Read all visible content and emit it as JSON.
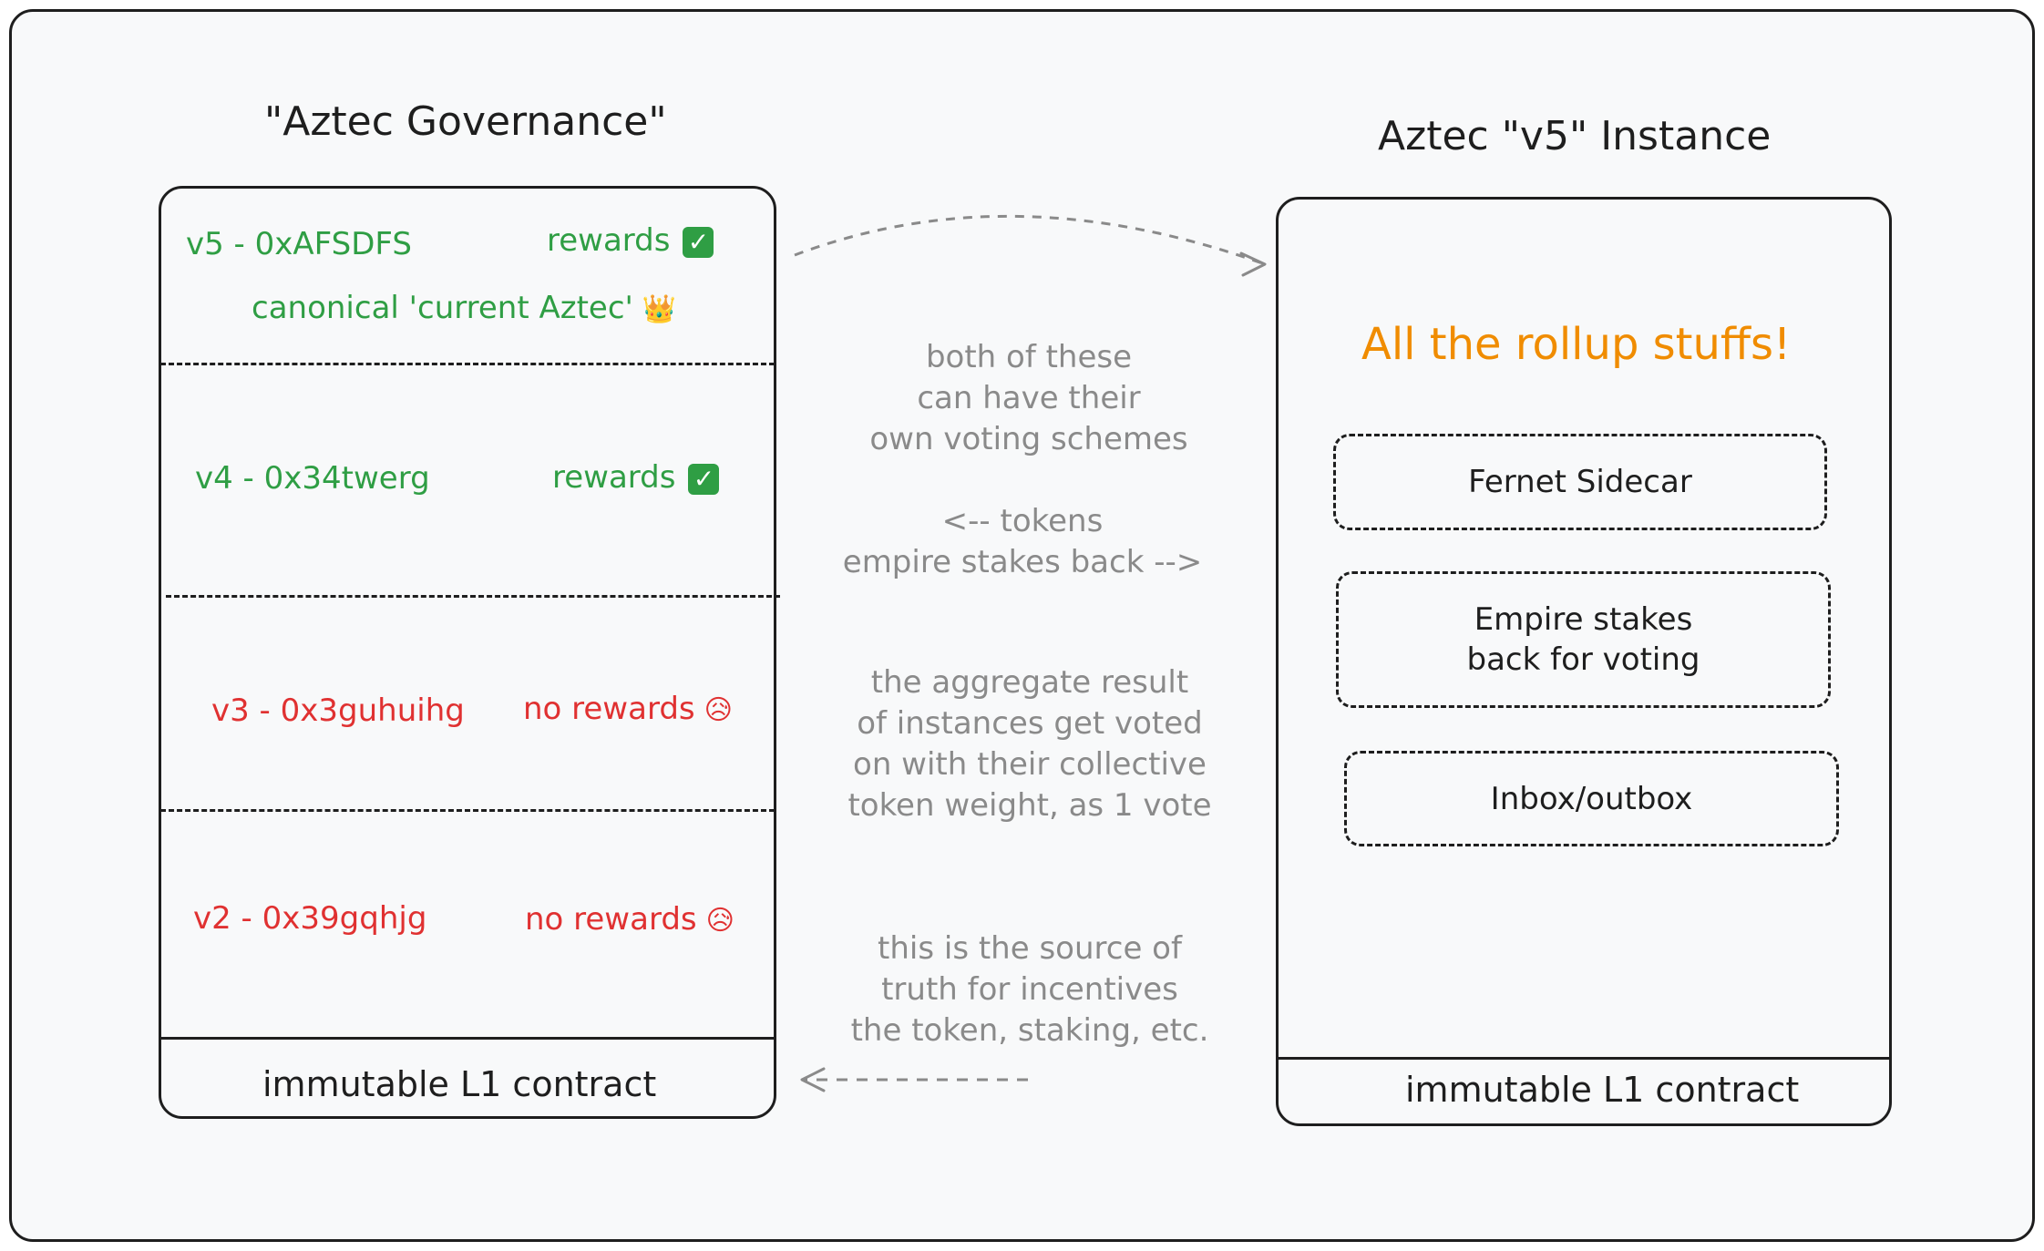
{
  "governance": {
    "title": "\"Aztec Governance\"",
    "rows": [
      {
        "id": "v5 - 0xAFSDFS",
        "status": "rewards",
        "icon": "check-icon",
        "note": "canonical 'current Aztec'",
        "note_icon": "crown-icon"
      },
      {
        "id": "v4 - 0x34twerg",
        "status": "rewards",
        "icon": "check-icon"
      },
      {
        "id": "v3 - 0x3guhuihg",
        "status": "no rewards",
        "icon": "sad-face-icon"
      },
      {
        "id": "v2 - 0x39gqhjg",
        "status": "no rewards",
        "icon": "sad-face-icon"
      }
    ],
    "footer": "immutable L1 contract"
  },
  "instance": {
    "title": "Aztec \"v5\" Instance",
    "headline": "All the rollup stuffs!",
    "boxes": [
      "Fernet Sidecar",
      "Empire stakes\nback for voting",
      "Inbox/outbox"
    ],
    "footer": "immutable L1 contract"
  },
  "notes": {
    "voting": "both of these\ncan have their\nown voting schemes",
    "tokens": "<-- tokens\nempire stakes back -->",
    "aggregate": "the aggregate result\nof instances get voted\non with their collective\ntoken weight, as 1 vote",
    "source": "this is the source of\ntruth for incentives\nthe token, staking, etc."
  },
  "colors": {
    "active": "#2f9e44",
    "inactive": "#e03131",
    "headline": "#f08c00",
    "annotation": "#8a8a8a",
    "stroke": "#1e1e1e"
  }
}
